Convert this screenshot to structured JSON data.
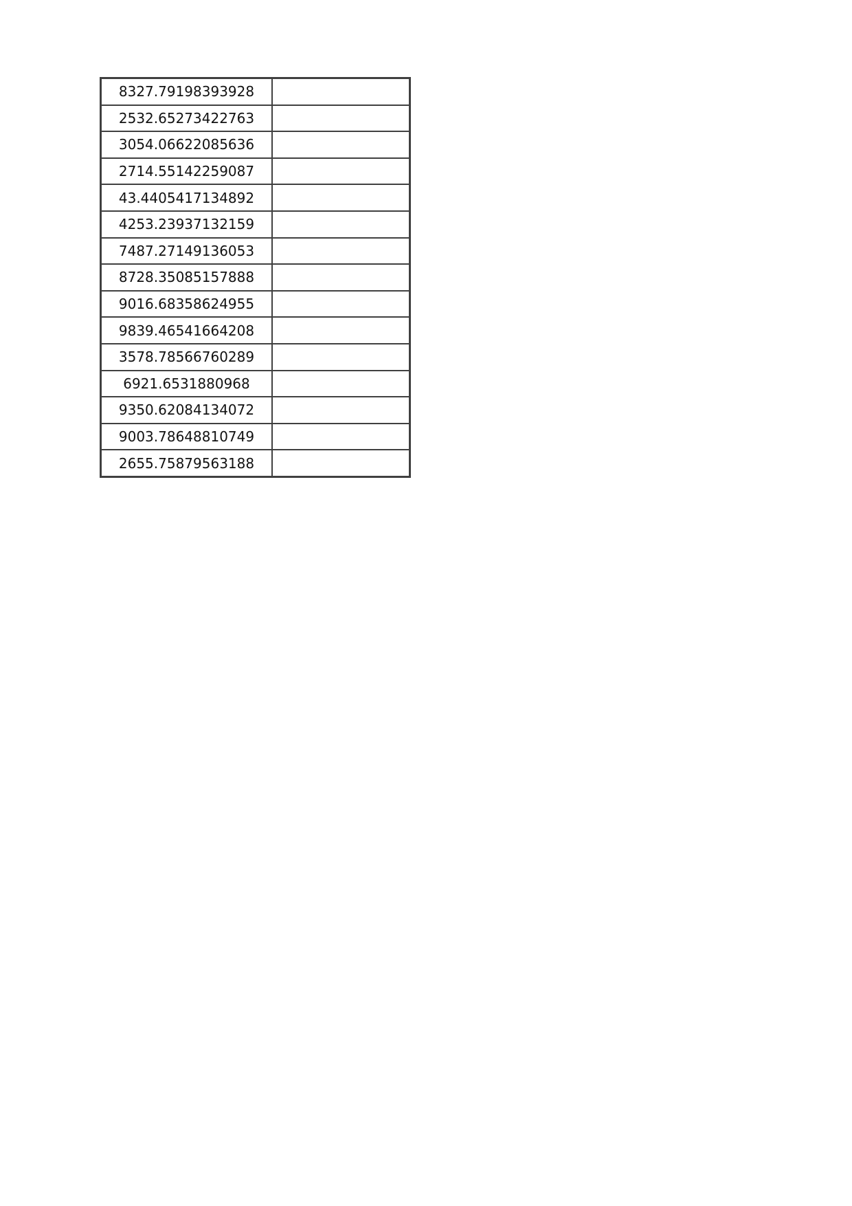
{
  "table": {
    "rows": [
      {
        "value": "8327.79198393928",
        "second": ""
      },
      {
        "value": "2532.65273422763",
        "second": ""
      },
      {
        "value": "3054.06622085636",
        "second": ""
      },
      {
        "value": "2714.55142259087",
        "second": ""
      },
      {
        "value": "43.4405417134892",
        "second": ""
      },
      {
        "value": "4253.23937132159",
        "second": ""
      },
      {
        "value": "7487.27149136053",
        "second": ""
      },
      {
        "value": "8728.35085157888",
        "second": ""
      },
      {
        "value": "9016.68358624955",
        "second": ""
      },
      {
        "value": "9839.46541664208",
        "second": ""
      },
      {
        "value": "3578.78566760289",
        "second": ""
      },
      {
        "value": "6921.6531880968",
        "second": ""
      },
      {
        "value": "9350.62084134072",
        "second": ""
      },
      {
        "value": "9003.78648810749",
        "second": ""
      },
      {
        "value": "2655.75879563188",
        "second": ""
      }
    ]
  },
  "colors": {
    "border": "#404040",
    "text": "#111111",
    "background": "#ffffff"
  }
}
